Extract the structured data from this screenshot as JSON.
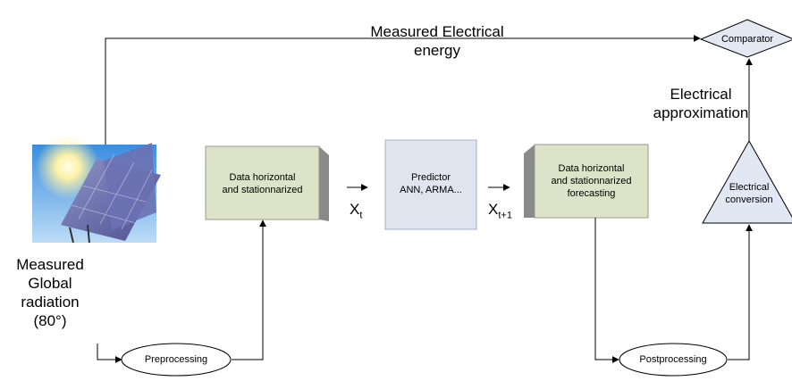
{
  "labels": {
    "measured_energy": [
      "Measured Electrical",
      "energy"
    ],
    "electrical_approximation": [
      "Electrical",
      "approximation"
    ],
    "measured_global_radiation": [
      "Measured",
      "Global",
      "radiation",
      "(80°)"
    ],
    "comparator": "Comparator",
    "electrical_conversion": [
      "Electrical",
      "conversion"
    ],
    "box_data_horizontal": [
      "Data horizontal",
      "and stationnarized"
    ],
    "box_predictor": [
      "Predictor",
      "ANN, ARMA..."
    ],
    "box_forecasting": [
      "Data horizontal",
      "and stationnarized",
      "forecasting"
    ],
    "preprocessing": "Preprocessing",
    "postprocessing": "Postprocessing",
    "x_t": {
      "base": "X",
      "sub": "t"
    },
    "x_t1": {
      "base": "X",
      "sub": "t+1"
    }
  },
  "icons": {
    "solar_panel": "solar-panel-photo"
  },
  "colors": {
    "box_green": "#dde3c8",
    "box_blue": "#dfe4ef",
    "diamond_fill": "#e4e8f3",
    "triangle_fill": "#e2e7f4",
    "shadow_gray": "#8a8a8a",
    "line": "#000000"
  }
}
